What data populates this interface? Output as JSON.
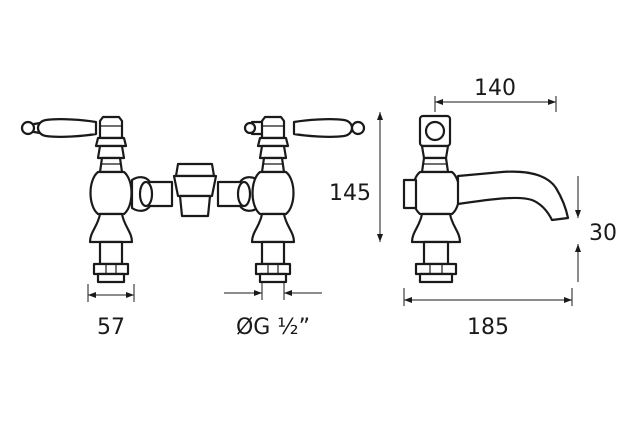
{
  "dimensions": {
    "pillar_width": "57",
    "thread": "ØG ½”",
    "height": "145",
    "reach": "140",
    "depth": "185",
    "spout_height": "30"
  }
}
